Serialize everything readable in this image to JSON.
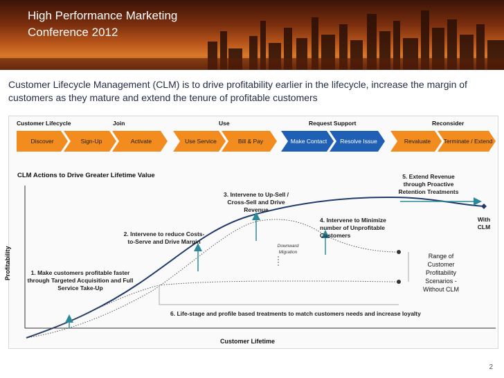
{
  "banner": {
    "title": "High Performance Marketing",
    "subtitle": "Conference 2012"
  },
  "headline": "Customer Lifecycle Management (CLM) is to drive profitability earlier in the lifecycle, increase the margin of customers as they mature and extend the tenure of profitable customers",
  "lifecycle": {
    "label": "Customer Lifecycle",
    "stages": [
      "Join",
      "Use",
      "Request Support",
      "Reconsider"
    ],
    "steps": [
      "Discover",
      "Sign-Up",
      "Activate",
      "Use Service",
      "Bill & Pay",
      "Make Contact",
      "Resolve Issue",
      "Revaluate",
      "Terminate / Extend"
    ]
  },
  "chart": {
    "title": "CLM Actions to Drive Greater Lifetime Value",
    "y_label": "Profitability",
    "x_label": "Customer Lifetime",
    "actions": [
      "1. Make customers profitable faster through Targeted Acquisition and Full Service Take-Up",
      "2. Intervene to reduce Costs-to-Serve and Drive Margin",
      "3. Intervene to Up-Sell / Cross-Sell and Drive Revenue",
      "4. Intervene to Minimize number of Unprofitable Customers",
      "5. Extend Revenue through Proactive Retention Treatments",
      "6. Life-stage and profile based treatments to match customers needs and increase loyalty"
    ],
    "downward_migration": "Downward Migration",
    "with_clm": "With CLM",
    "range_note": "Range of Customer Profitability Scenarios - Without CLM"
  },
  "page_number": "2",
  "colors": {
    "orange": "#f28c1f",
    "blue": "#1f5fb4",
    "navy_line": "#1f3a6b",
    "teal_arrow": "#2a8a9a"
  }
}
